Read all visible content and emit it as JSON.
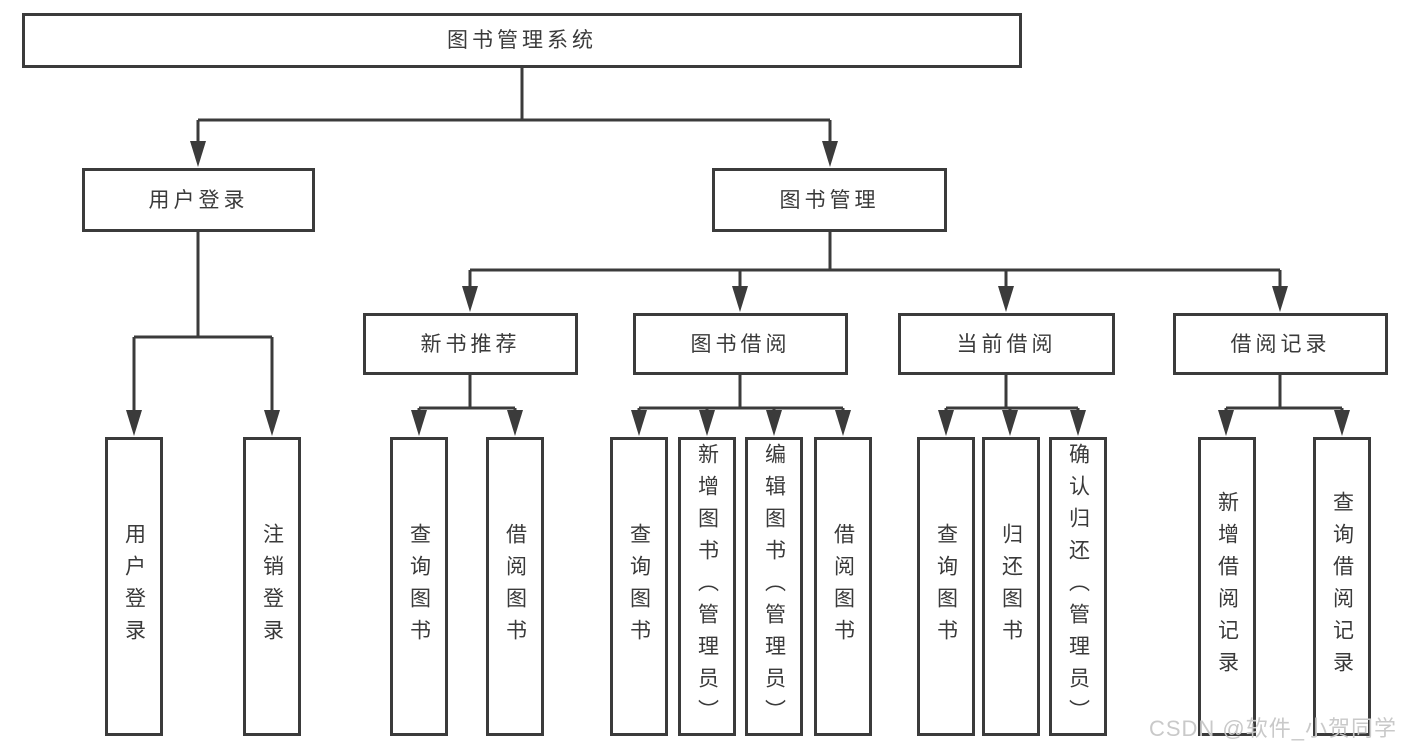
{
  "nodes": {
    "root": "图书管理系统",
    "user_login": "用户登录",
    "book_mgmt": "图书管理",
    "new_book": "新书推荐",
    "book_borrow": "图书借阅",
    "current_borrow": "当前借阅",
    "borrow_record": "借阅记录",
    "user_login_children": [
      "用户登录",
      "注销登录"
    ],
    "new_book_children": [
      "查询图书",
      "借阅图书"
    ],
    "book_borrow_children": [
      "查询图书",
      "新增图书（管理员）",
      "编辑图书（管理员）",
      "借阅图书"
    ],
    "current_borrow_children": [
      "查询图书",
      "归还图书",
      "确认归还（管理员）"
    ],
    "borrow_record_children": [
      "新增借阅记录",
      "查询借阅记录"
    ]
  },
  "watermark": "CSDN @软件_小贺同学",
  "colors": {
    "line": "#3b3b3b",
    "text": "#3a3a3a",
    "watermark": "#c9c9c9",
    "background": "#ffffff"
  }
}
